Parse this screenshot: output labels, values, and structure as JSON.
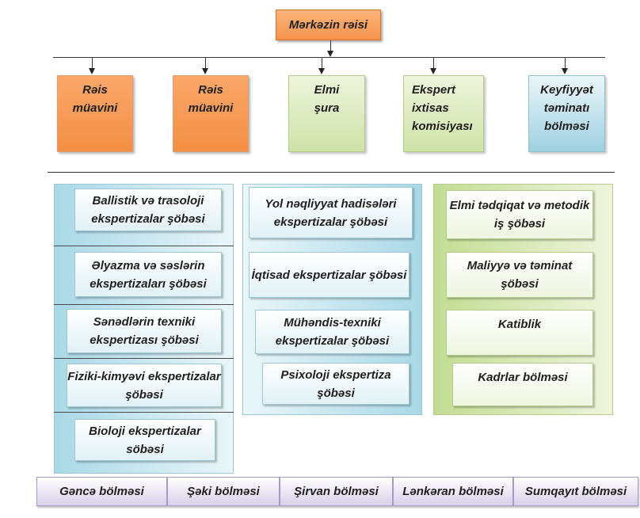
{
  "head": {
    "label": "Mərkəzin rəisi"
  },
  "top_units": [
    {
      "label": "Rəis müavini"
    },
    {
      "label": "Rəis müavini"
    },
    {
      "label": "Elmi şura"
    },
    {
      "label": "Ekspert ixtisas komisiyası"
    },
    {
      "label": "Keyfiyyət təminatı bölməsi"
    }
  ],
  "column1": [
    "Ballistik və trasoloji ekspertizalar şöbəsi",
    "Əlyazma və səslərin ekspertizaları şöbəsi",
    "Sənədlərin  texniki ekspertizası şöbəsi",
    "Fiziki-kimyəvi ekspertizalar şöbəsi",
    "Bioloji ekspertizalar söbəsi"
  ],
  "column2": [
    "Yol nəqliyyat hadisələri ekspertizalar şöbəsi",
    "İqtisad ekspertizalar şöbəsi",
    "Mühəndis-texniki ekspertizalar şöbəsi",
    "Psixoloji ekspertiza şöbəsi"
  ],
  "column3": [
    "Elmi tədqiqat və metodik iş şöbəsi",
    "Maliyyə  və təminat şöbəsi",
    "Katiblik",
    "Kadrlar bölməsi"
  ],
  "branches": [
    "Gəncə bölməsi",
    "Şəki bölməsi",
    "Şirvan bölməsi",
    "Lənkəran bölməsi",
    "Sumqayıt bölməsi"
  ],
  "colors": {
    "orange": "#f4944c",
    "green": "#cfe2a8",
    "blue": "#a9d8e6",
    "lavender": "#d9d0ea"
  }
}
